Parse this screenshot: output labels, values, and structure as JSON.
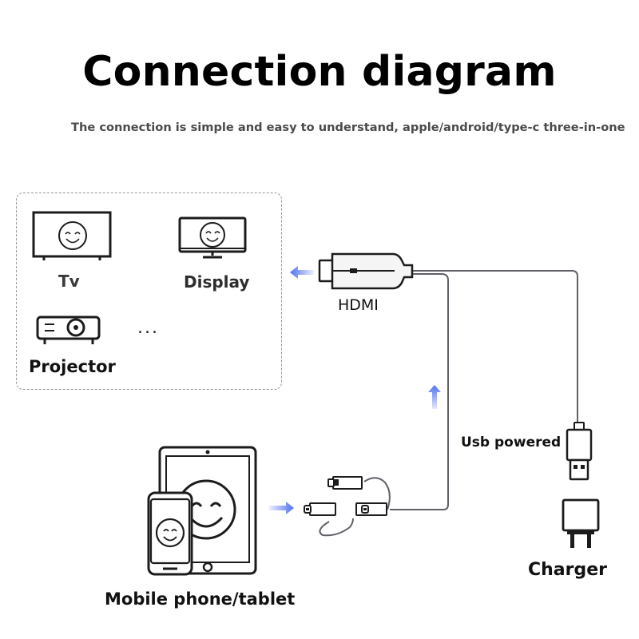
{
  "title": "Connection diagram",
  "subtitle": "The connection is simple and easy to understand, apple/android/type-c three-in-one",
  "outputs": {
    "tv": "Tv",
    "display": "Display",
    "projector": "Projector",
    "more": "..."
  },
  "cable": {
    "hdmi_label": "HDMI",
    "usb_label": "Usb powered"
  },
  "power": {
    "charger_label": "Charger"
  },
  "source": {
    "label": "Mobile phone/tablet"
  },
  "colors": {
    "arrow": "#4f6ff0",
    "line": "#1c1c1c",
    "cable": "#5f6066",
    "dashed_border": "#9a9a9a"
  }
}
